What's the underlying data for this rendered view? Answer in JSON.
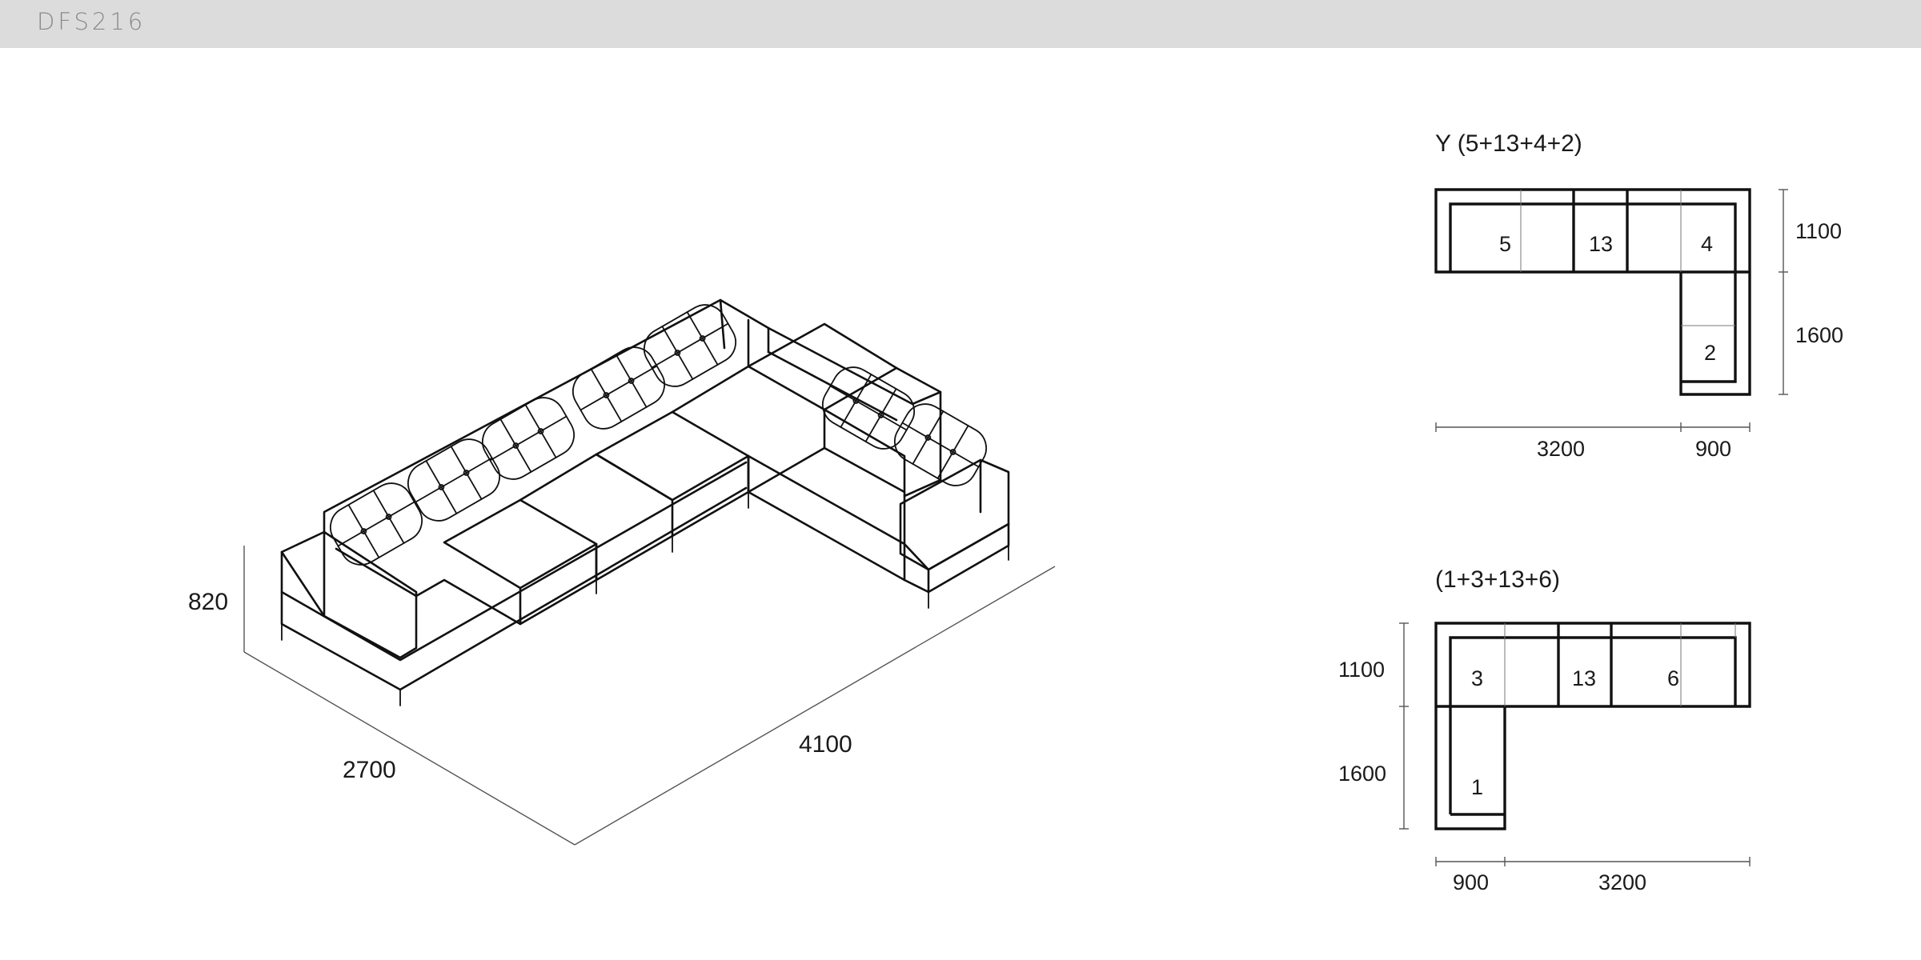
{
  "header": {
    "code": "DFS216"
  },
  "iso_view": {
    "height": "820",
    "depth": "2700",
    "length": "4100"
  },
  "plan_top": {
    "title": "Y (5+13+4+2)",
    "modules": [
      "5",
      "13",
      "4",
      "2"
    ],
    "dim_right_upper": "1100",
    "dim_right_lower": "1600",
    "dim_bottom_left": "3200",
    "dim_bottom_right": "900"
  },
  "plan_bottom": {
    "title": "(1+3+13+6)",
    "modules": [
      "3",
      "13",
      "6",
      "1"
    ],
    "dim_left_upper": "1100",
    "dim_left_lower": "1600",
    "dim_bottom_left": "900",
    "dim_bottom_right": "3200"
  }
}
